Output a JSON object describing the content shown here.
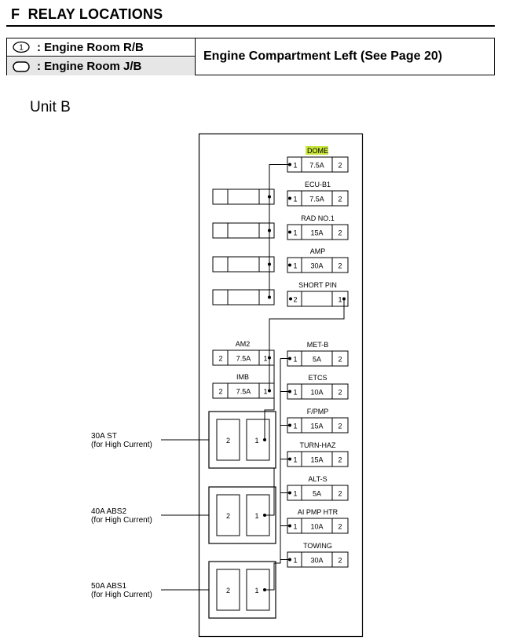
{
  "header": {
    "section_letter": "F",
    "title": "RELAY LOCATIONS"
  },
  "legend": {
    "items": [
      {
        "symbol": "numbered-circle-icon",
        "symbol_text": "1",
        "label": ": Engine Room R/B"
      },
      {
        "symbol": "oval-icon",
        "label": ": Engine Room J/B"
      }
    ],
    "location": "Engine Compartment Left (See Page 20)"
  },
  "unit_title": "Unit B",
  "diagram": {
    "highlight_color": "#c8e63c",
    "right_fuses": [
      {
        "name": "DOME",
        "amp": "7.5A",
        "left_pin": "1",
        "right_pin": "2",
        "highlight": true
      },
      {
        "name": "ECU-B1",
        "amp": "7.5A",
        "left_pin": "1",
        "right_pin": "2"
      },
      {
        "name": "RAD NO.1",
        "amp": "15A",
        "left_pin": "1",
        "right_pin": "2"
      },
      {
        "name": "AMP",
        "amp": "30A",
        "left_pin": "1",
        "right_pin": "2"
      },
      {
        "name": "SHORT PIN",
        "amp": "",
        "left_pin": "2",
        "right_pin": "1"
      },
      {
        "name": "MET-B",
        "amp": "5A",
        "left_pin": "1",
        "right_pin": "2"
      },
      {
        "name": "ETCS",
        "amp": "10A",
        "left_pin": "1",
        "right_pin": "2"
      },
      {
        "name": "F/PMP",
        "amp": "15A",
        "left_pin": "1",
        "right_pin": "2"
      },
      {
        "name": "TURN-HAZ",
        "amp": "15A",
        "left_pin": "1",
        "right_pin": "2"
      },
      {
        "name": "ALT-S",
        "amp": "5A",
        "left_pin": "1",
        "right_pin": "2"
      },
      {
        "name": "AI PMP HTR",
        "amp": "10A",
        "left_pin": "1",
        "right_pin": "2"
      },
      {
        "name": "TOWING",
        "amp": "30A",
        "left_pin": "1",
        "right_pin": "2"
      }
    ],
    "left_fuses": [
      {
        "name": "AM2",
        "amp": "7.5A",
        "left_pin": "2",
        "right_pin": "1"
      },
      {
        "name": "IMB",
        "amp": "7.5A",
        "left_pin": "2",
        "right_pin": "1"
      }
    ],
    "relays": [
      {
        "name": "30A ST",
        "note": "(for High Current)",
        "left_pin": "2",
        "right_pin": "1"
      },
      {
        "name": "40A ABS2",
        "note": "(for High Current)",
        "left_pin": "2",
        "right_pin": "1"
      },
      {
        "name": "50A ABS1",
        "note": "(for High Current)",
        "left_pin": "2",
        "right_pin": "1"
      }
    ]
  }
}
